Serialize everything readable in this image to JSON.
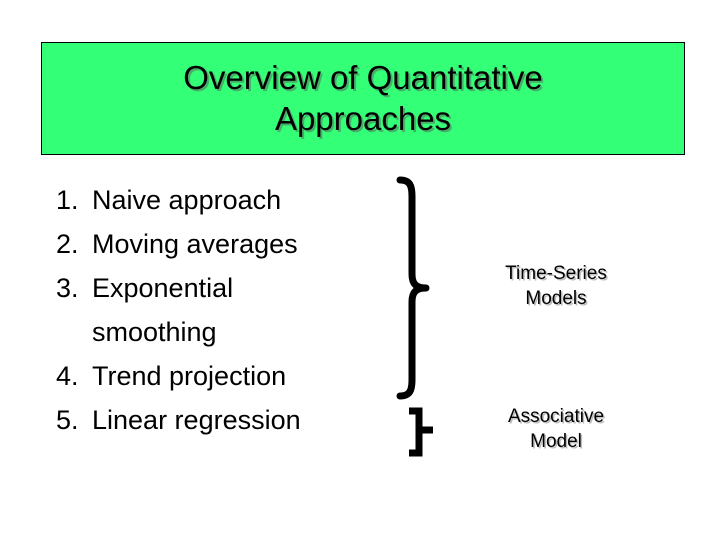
{
  "slide": {
    "background_color": "#ffffff",
    "title": {
      "text": "Overview of Quantitative\nApproaches",
      "banner_fill": "#33ff77",
      "banner_border": "#000000",
      "text_color": "#000000"
    },
    "list": {
      "items": [
        {
          "number": "1.",
          "label": "Naive approach"
        },
        {
          "number": "2.",
          "label": "Moving averages"
        },
        {
          "number": "3.",
          "label": "Exponential"
        },
        {
          "number": "4.",
          "label": "Trend projection"
        },
        {
          "number": "5.",
          "label": "Linear regression"
        }
      ],
      "continuation": "smoothing"
    },
    "categories": [
      {
        "name": "time-series",
        "text": "Time-Series\nModels",
        "brace": "right-curly-brace-large"
      },
      {
        "name": "associative",
        "text": "Associative\nModel",
        "brace": "right-curly-brace-small"
      }
    ]
  }
}
